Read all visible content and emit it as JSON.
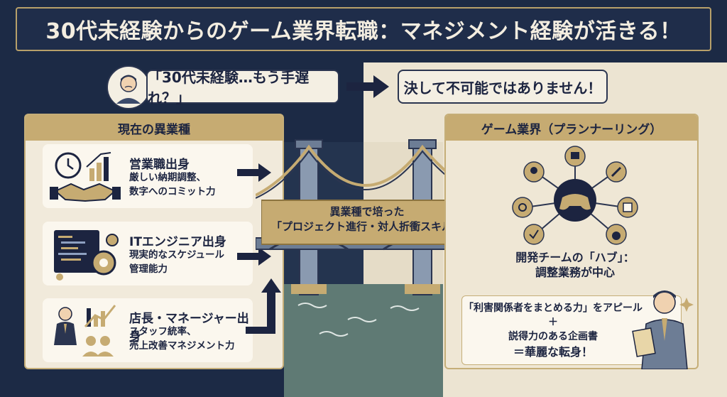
{
  "title": "30代未経験からのゲーム業界転職：マネジメント経験が活きる！",
  "worry_bubble": "「30代未経験…もう手遅れ？」",
  "answer_bubble": "決して不可能ではありません！",
  "left_panel": {
    "heading": "現在の異業種",
    "cards": [
      {
        "title": "営業職出身",
        "lines": [
          "厳しい納期調整、",
          "数字へのコミット力"
        ]
      },
      {
        "title": "ITエンジニア出身",
        "lines": [
          "現実的なスケジュール",
          "管理能力"
        ]
      },
      {
        "title": "店長・マネージャー出身",
        "lines": [
          "スタッフ統率、",
          "売上改善マネジメント力"
        ]
      }
    ]
  },
  "bridge_banner": {
    "line1": "異業種で培った",
    "line2": "「プロジェクト進行・対人折衝スキル」"
  },
  "right_panel": {
    "heading": "ゲーム業界（プランナーリング）",
    "hub_label_1": "開発チームの「ハブ」：",
    "hub_label_2": "調整業務が中心"
  },
  "appeal": {
    "line1": "「利害関係者をまとめる力」をアピール",
    "plus": "＋",
    "line2": "説得力のある企画書",
    "line3": "＝華麗な転身！"
  },
  "colors": {
    "navy": "#1c2a45",
    "gold": "#c6ab72",
    "cream": "#f1eadb"
  }
}
